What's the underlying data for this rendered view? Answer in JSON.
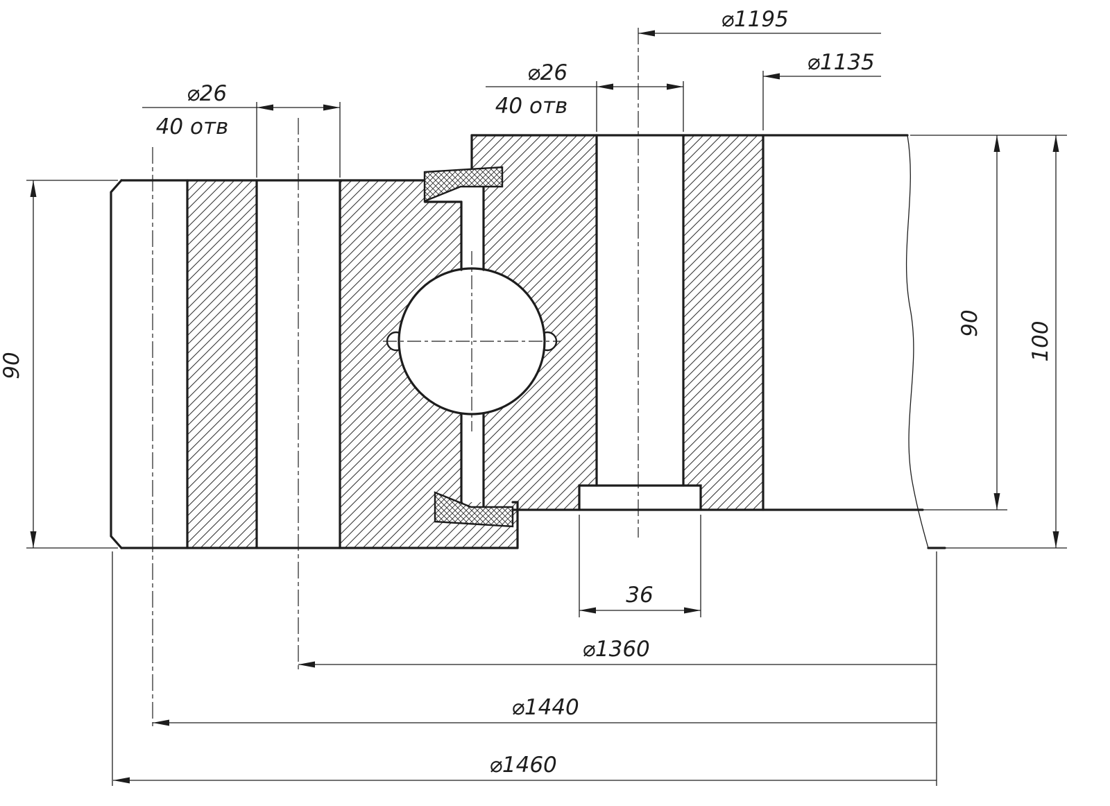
{
  "drawing": {
    "background_color": "#ffffff",
    "line_color": "#1d1d1d",
    "labels": {
      "dia_1195": "⌀1195",
      "dia_1135": "⌀1135",
      "dia_26_left": "⌀26",
      "holes_40_left": "40 отв",
      "dia_26_center": "⌀26",
      "holes_40_center": "40 отв",
      "height_90_left": "90",
      "height_90_right": "90",
      "height_100": "100",
      "width_36": "36",
      "dia_1360": "⌀1360",
      "dia_1440": "⌀1440",
      "dia_1460": "⌀1460"
    }
  }
}
